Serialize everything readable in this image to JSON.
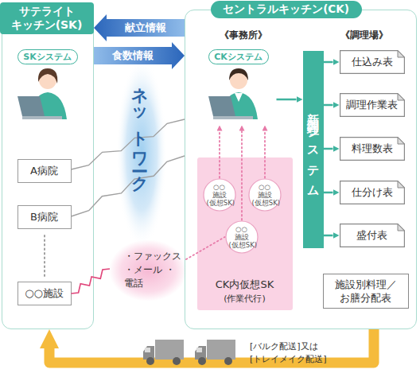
{
  "diagram": {
    "nodes": [
      {
        "text": [
          "サテライト キッチン(SK)"
        ]
      },
      {
        "text": [
          "SKシステム"
        ],
        "in": 0
      },
      {
        "text": [
          "A病院"
        ],
        "in": 0
      },
      {
        "text": [
          "B病院"
        ],
        "in": 0
      },
      {
        "text": [
          "○○施設"
        ],
        "in": 0
      },
      {
        "text": [
          "・ファックス ・メール ・電話"
        ]
      },
      {
        "text": [
          "セントラルキッチン(CK)"
        ]
      },
      {
        "text": [
          "CKシステム"
        ],
        "in": 6
      },
      {
        "text": [
          "CK内仮想SK",
          "(作業代行)"
        ],
        "in": 6
      },
      {
        "text": [
          "○○ 施設 (仮想SK)"
        ],
        "in": 8
      },
      {
        "text": [
          "○○ 施設 (仮想SK)"
        ],
        "in": 8
      },
      {
        "text": [
          "○○ 施設 (仮想SK)"
        ],
        "in": 8
      },
      {
        "text": [
          "新調理システム"
        ],
        "in": 6
      },
      {
        "text": [
          "仕込み表"
        ],
        "in": 6
      },
      {
        "text": [
          "調理作業表"
        ],
        "in": 6
      },
      {
        "text": [
          "料理数表"
        ],
        "in": 6
      },
      {
        "text": [
          "仕分け表"
        ],
        "in": 6
      },
      {
        "text": [
          "盛付表"
        ],
        "in": 6
      },
      {
        "text": [
          "施設別料理／ お膳分配表"
        ],
        "in": 6
      }
    ],
    "edges": [
      {
        "from": 6,
        "to": 0,
        "label": "献立情報",
        "arrow": "to"
      },
      {
        "from": 0,
        "to": 6,
        "label": "食数情報",
        "arrow": "to"
      },
      {
        "from": 2,
        "to": 6,
        "arrow": "none"
      },
      {
        "from": 3,
        "to": 6,
        "arrow": "none"
      },
      {
        "from": 4,
        "to": 5,
        "arrow": "none"
      },
      {
        "from": 5,
        "to": 11,
        "arrow": "none"
      },
      {
        "from": 9,
        "to": 7,
        "arrow": "to"
      },
      {
        "from": 10,
        "to": 7,
        "arrow": "to"
      },
      {
        "from": 11,
        "to": 7,
        "arrow": "to"
      },
      {
        "from": 7,
        "to": 12,
        "arrow": "to"
      },
      {
        "from": 12,
        "to": 13,
        "arrow": "to"
      },
      {
        "from": 12,
        "to": 14,
        "arrow": "to"
      },
      {
        "from": 12,
        "to": 15,
        "arrow": "to"
      },
      {
        "from": 12,
        "to": 16,
        "arrow": "to"
      },
      {
        "from": 12,
        "to": 17,
        "arrow": "to"
      },
      {
        "from": 6,
        "to": 0,
        "arrow": "to"
      }
    ],
    "labels": [
      "《事務所》",
      "《調理場》",
      "ネットワーク",
      "[バルク配送]又は [トレイメイク配送]"
    ]
  }
}
